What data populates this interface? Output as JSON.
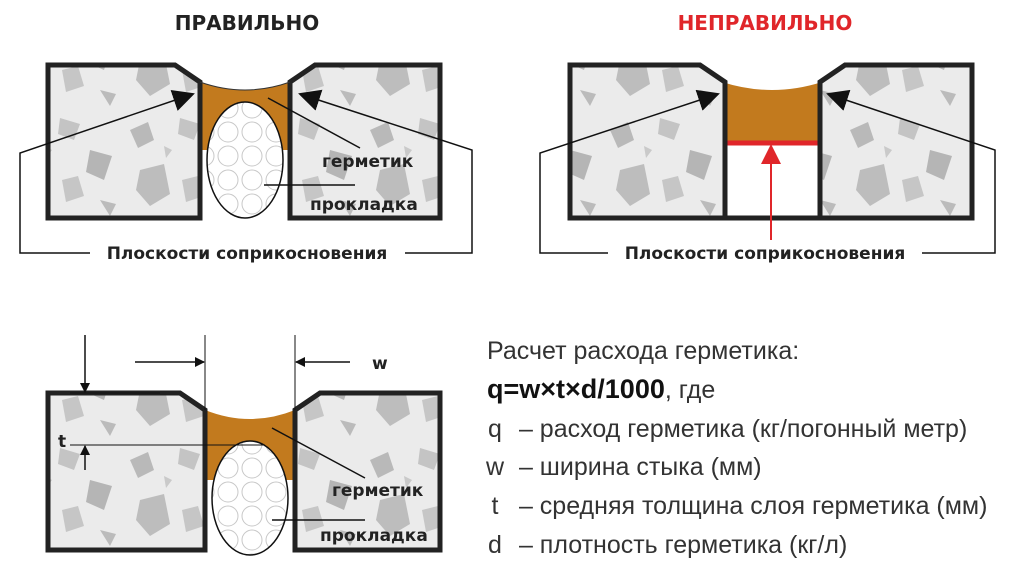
{
  "titles": {
    "correct": "ПРАВИЛЬНО",
    "incorrect": "НЕПРАВИЛЬНО"
  },
  "labels": {
    "sealant": "герметик",
    "backer": "прокладка",
    "contact_planes": "Плоскости соприкосновения",
    "width": "w",
    "thickness": "t"
  },
  "formula": {
    "heading": "Расчет расхода герметика:",
    "equation": "q=w×t×d/1000",
    "suffix": ", где",
    "vars": [
      {
        "sym": "q",
        "desc": "–  расход герметика (кг/погонный метр)"
      },
      {
        "sym": "w",
        "desc": "–  ширина стыка (мм)"
      },
      {
        "sym": "t",
        "desc": "–  средняя толщина слоя герметика (мм)"
      },
      {
        "sym": "d",
        "desc": "–  плотность герметика (кг/л)"
      }
    ]
  },
  "colors": {
    "sealant": "#c27a1e",
    "wrong": "#e0262a",
    "concrete": "#ebebeb",
    "stone": "#b9b9b9"
  }
}
